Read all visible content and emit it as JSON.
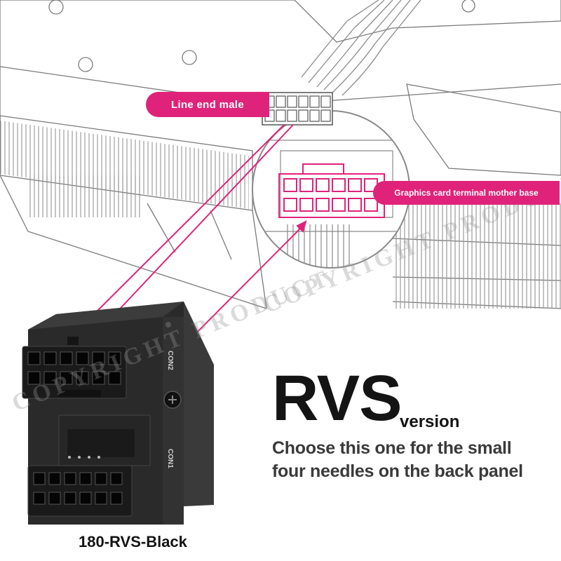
{
  "labels": {
    "line_end_male": "Line end male",
    "terminal_base": "Graphics card terminal mother base"
  },
  "connector": {
    "con2": "CON2",
    "con1": "CON1"
  },
  "product": {
    "title": "RVS",
    "subtitle": "version",
    "description_line1": "Choose this one for the small",
    "description_line2": "four needles on the back panel",
    "model": "180-RVS-Black"
  },
  "watermark": {
    "text1": "COPYRIGHT PRODUCT",
    "text2": "COPYRIGHT PRODUCT"
  },
  "colors": {
    "accent": "#e0237a",
    "line_art": "#7a7a7a",
    "connector_body": "#2a2a2a"
  }
}
